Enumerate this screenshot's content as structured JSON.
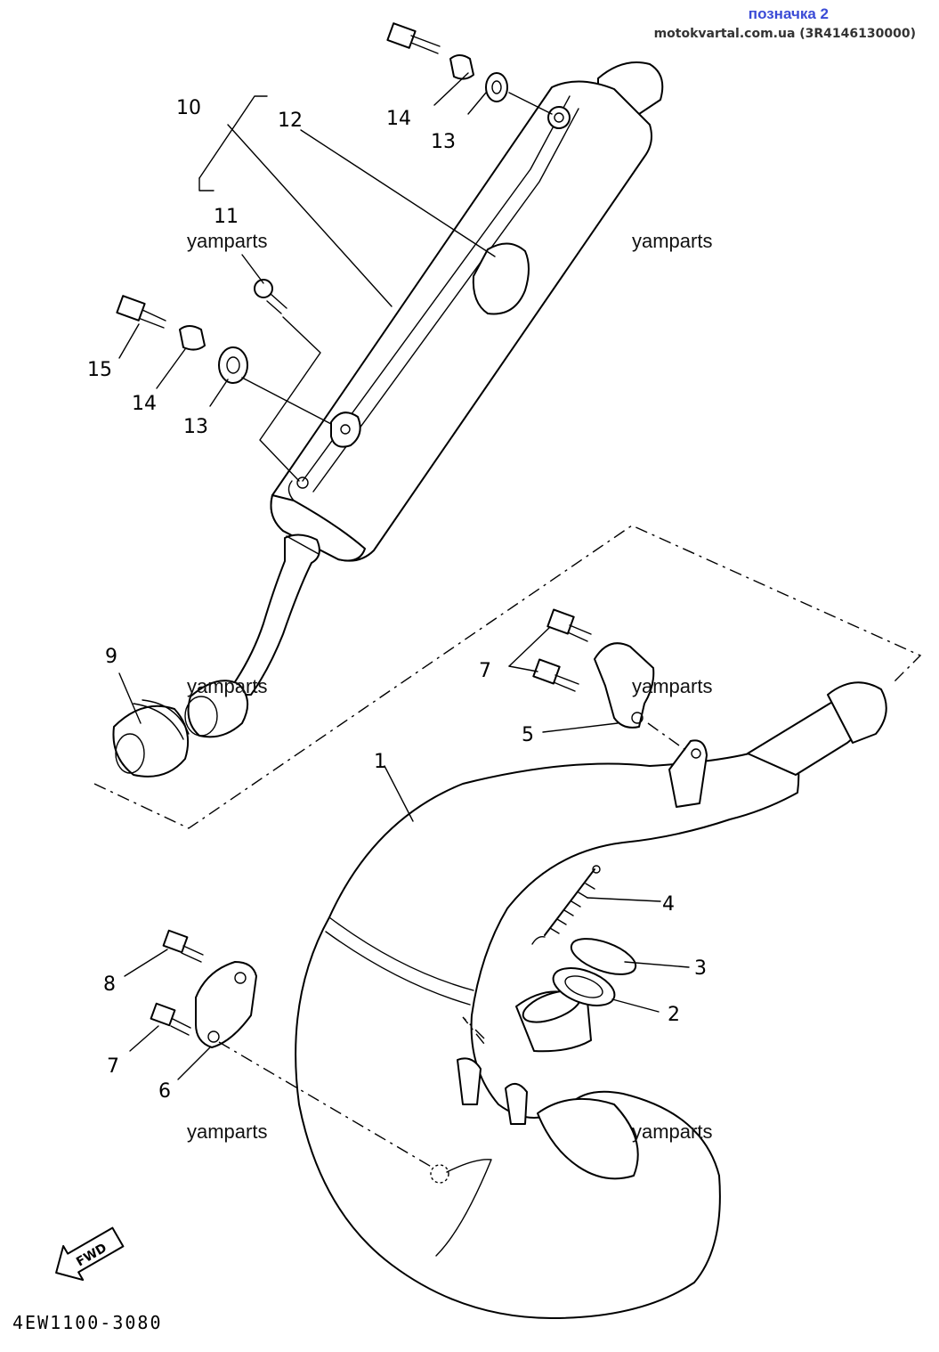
{
  "header": {
    "title": "позначка 2",
    "source": "motokvartal.com.ua (3R4146130000)"
  },
  "callouts": {
    "c1": "1",
    "c2": "2",
    "c3": "3",
    "c4": "4",
    "c5": "5",
    "c6": "6",
    "c7a": "7",
    "c7b": "7",
    "c8": "8",
    "c9": "9",
    "c10": "10",
    "c11": "11",
    "c12": "12",
    "c13a": "13",
    "c13b": "13",
    "c14a": "14",
    "c14b": "14",
    "c15": "15"
  },
  "watermark": "yamparts",
  "fwd_label": "FWD",
  "diagram_code": "4EW1100-3080"
}
